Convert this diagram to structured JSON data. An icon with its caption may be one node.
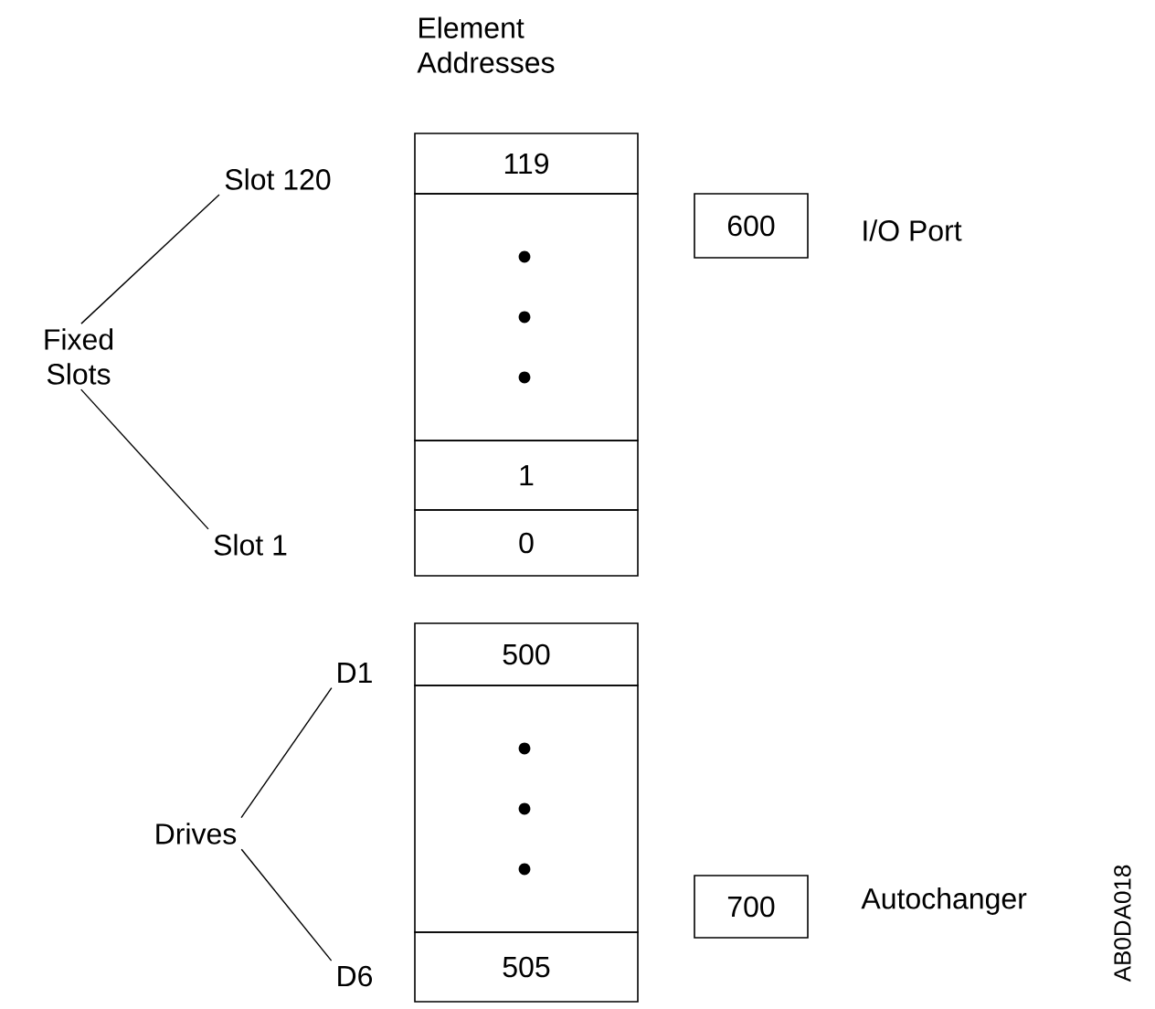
{
  "diagram": {
    "nodes": [
      {
        "text": [
          "Fixed Slots"
        ]
      },
      {
        "text": [
          "Slot 120"
        ]
      },
      {
        "text": [
          "Slot 1"
        ]
      },
      {
        "text": [
          "Drives"
        ]
      },
      {
        "text": [
          "D1"
        ]
      },
      {
        "text": [
          "D6"
        ]
      },
      {
        "text": [
          "119"
        ]
      },
      {
        "text": [],
        "shape": "box"
      },
      {
        "text": [
          "1"
        ]
      },
      {
        "text": [
          "0"
        ]
      },
      {
        "text": [
          "500"
        ]
      },
      {
        "text": [],
        "shape": "box"
      },
      {
        "text": [
          "505"
        ]
      },
      {
        "text": [
          "600"
        ],
        "beside": [
          "I/O Port"
        ]
      },
      {
        "text": [
          "700"
        ],
        "beside": [
          "Autochanger"
        ]
      }
    ],
    "edges": [
      {
        "from": 0,
        "to": 1,
        "arrow": "none"
      },
      {
        "from": 0,
        "to": 2,
        "arrow": "none"
      },
      {
        "from": 3,
        "to": 4,
        "arrow": "none"
      },
      {
        "from": 3,
        "to": 5,
        "arrow": "none"
      }
    ],
    "labels": [
      "Element Addresses",
      "AB0DA018"
    ]
  }
}
